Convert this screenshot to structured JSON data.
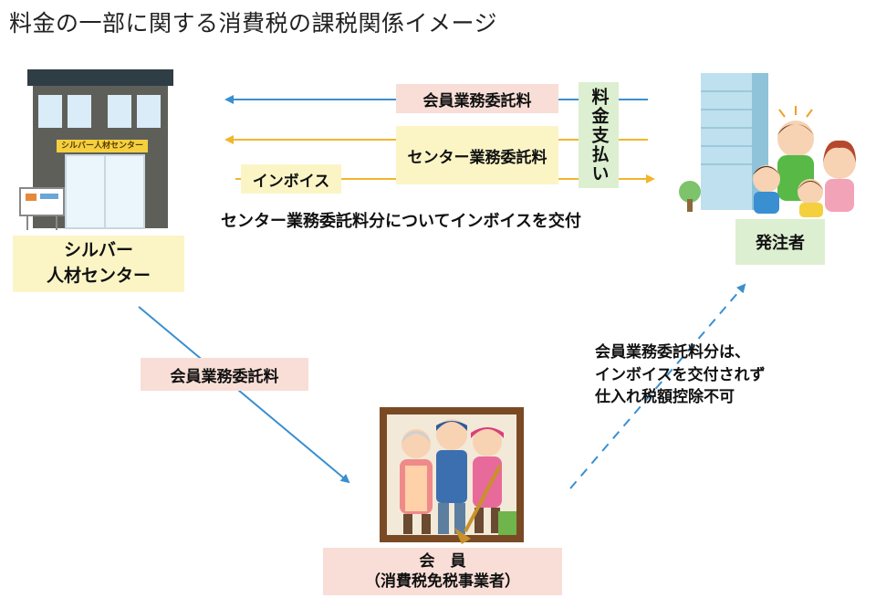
{
  "title": "料金の一部に関する消費税の課税関係イメージ",
  "building": {
    "sign": "シルバー人材センター"
  },
  "center_box": {
    "line1": "シルバー",
    "line2": "人材センター"
  },
  "arrows": {
    "member_fee_top": "会員業務委託料",
    "center_fee": "センター業務委託料",
    "invoice": "インボイス",
    "payment": "料金支払い",
    "invoice_note": "センター業務委託料分についてインボイスを交付",
    "member_fee_diag": "会員業務委託料",
    "dashed_note": {
      "line1": "会員業務委託料分は、",
      "line2": "インボイスを交付されず",
      "line3": "仕入れ税額控除不可"
    }
  },
  "client_box": "発注者",
  "member_box": {
    "line1": "会　員",
    "line2": "（消費税免税事業者）"
  },
  "colors": {
    "blue": "#3a8fd0",
    "yellow": "#f3b52b",
    "pink": "#f8ded6",
    "cream": "#fbf5c6",
    "green": "#dcefd0"
  }
}
